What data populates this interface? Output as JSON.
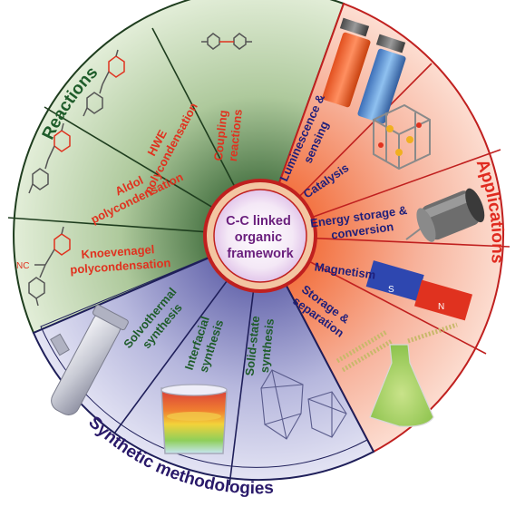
{
  "center": {
    "lines": [
      "C-C linked",
      "organic",
      "framework"
    ]
  },
  "sections": {
    "reactions": {
      "title": "Reactions",
      "title_color": "#1e5c2a"
    },
    "applications": {
      "title": "Applications",
      "title_color": "#e02a1f"
    },
    "methods": {
      "title": "Synthetic methodologies",
      "title_color": "#2a1a6a"
    }
  },
  "reactions": [
    {
      "lines": [
        "Coupling",
        "reactions"
      ]
    },
    {
      "lines": [
        "HWE",
        "polycondensation"
      ]
    },
    {
      "lines": [
        "Aldol",
        "polycondensation"
      ]
    },
    {
      "lines": [
        "Knoevenagel",
        "polycondensation"
      ]
    }
  ],
  "applications": [
    {
      "lines": [
        "Luminescence &",
        "sensing"
      ]
    },
    {
      "lines": [
        "Catalysis"
      ]
    },
    {
      "lines": [
        "Energy storage &",
        "conversion"
      ]
    },
    {
      "lines": [
        "Magnetism"
      ]
    },
    {
      "lines": [
        "Storage &",
        "separation"
      ]
    }
  ],
  "methods": [
    {
      "lines": [
        "Solvothermal",
        "synthesis"
      ]
    },
    {
      "lines": [
        "Interfacial",
        "synthesis"
      ]
    },
    {
      "lines": [
        "Solid-state",
        "synthesis"
      ]
    }
  ],
  "magnet": {
    "south": "S",
    "north": "N"
  },
  "nitrile": "NC",
  "colors": {
    "reaction_label": "#e0321f",
    "application_label": "#1f1f7a",
    "method_label": "#1e5c2a",
    "reaction_fill": "#c7dcb6",
    "application_fill": "#f7b49a",
    "method_fill": "#b3b4d9"
  }
}
